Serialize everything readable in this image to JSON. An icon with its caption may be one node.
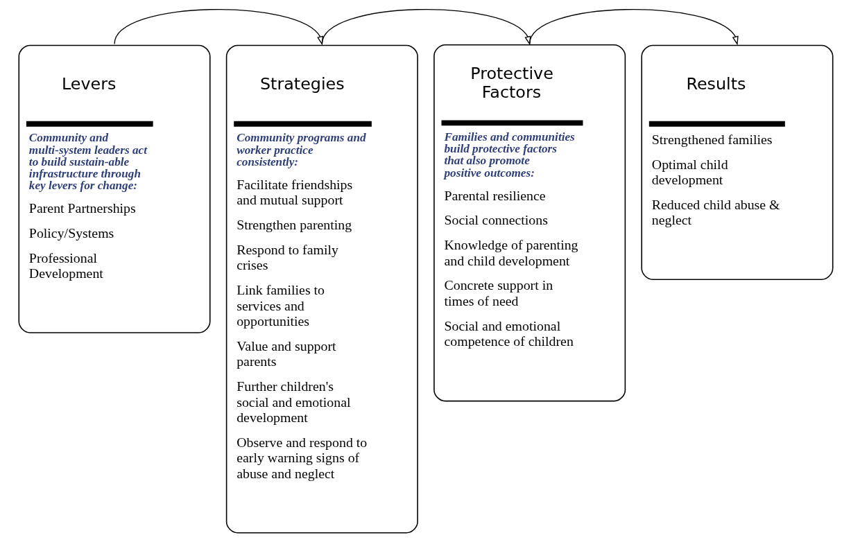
{
  "diagram": {
    "nodes": [
      {
        "text": [
          "Levers",
          "Community and multi-system leaders act to build sustain-able infrastructure through key levers for change:",
          "Parent Partnerships",
          "Policy/Systems",
          "Professional Development"
        ]
      },
      {
        "text": [
          "Strategies",
          "Community programs and worker practice consistently:",
          "Facilitate friendships and mutual support",
          "Strengthen parenting",
          "Respond to family crises",
          "Link families to services and opportunities",
          "Value and support parents",
          "Further children's social and emotional development",
          "Observe and respond to early warning signs of abuse and neglect"
        ]
      },
      {
        "text": [
          "Protective Factors",
          "Families and communities build protective factors that also promote positive outcomes:",
          "Parental resilience",
          "Social connections",
          "Knowledge of parenting and child development",
          "Concrete support in times of need",
          "Social and emotional competence of children"
        ]
      },
      {
        "text": [
          "Results",
          "Strengthened families",
          "Optimal child development",
          "Reduced child abuse & neglect"
        ]
      }
    ],
    "edges": [
      {
        "from": 0,
        "to": 1,
        "arrow": "to"
      },
      {
        "from": 1,
        "to": 2,
        "arrow": "to"
      },
      {
        "from": 2,
        "to": 3,
        "arrow": "to"
      }
    ]
  }
}
